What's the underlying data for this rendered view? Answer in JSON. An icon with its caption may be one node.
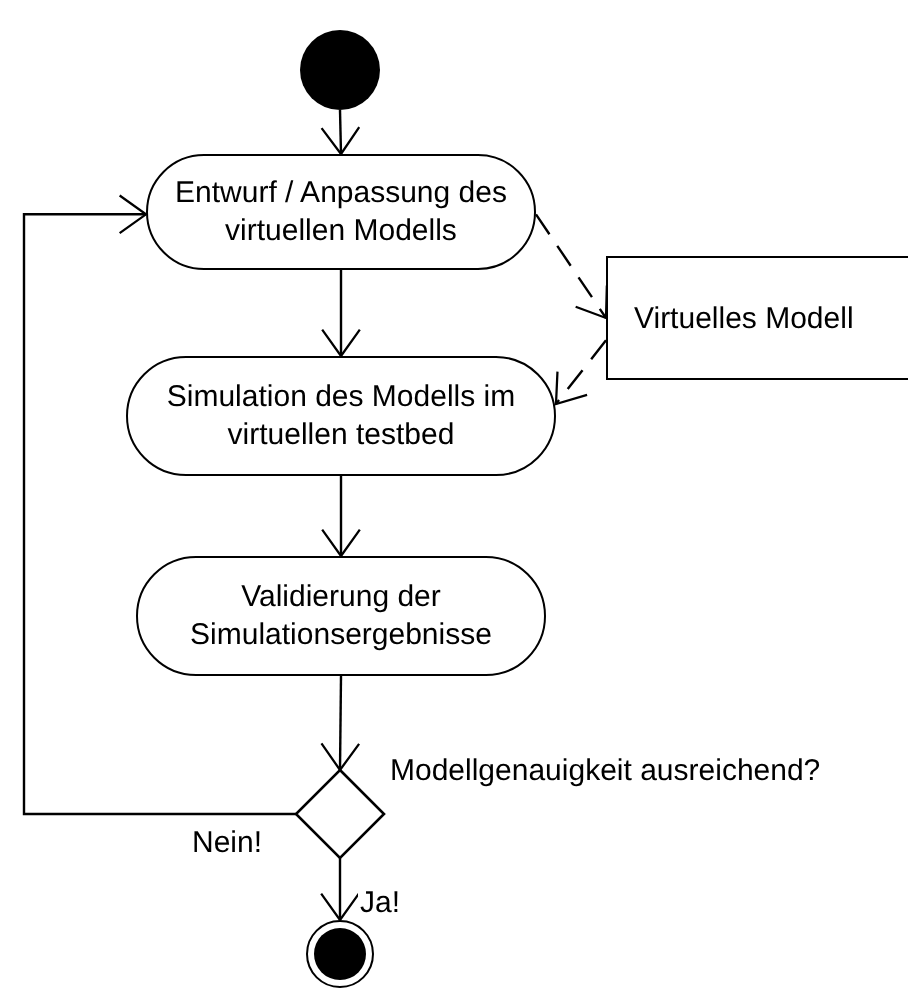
{
  "diagram": {
    "nodes": [
      {
        "text": [],
        "shape": "circle"
      },
      {
        "text": [
          "Entwurf / Anpassung des virtuellen Modells"
        ]
      },
      {
        "text": [
          "Virtuelles Modell"
        ]
      },
      {
        "text": [
          "Simulation des Modells im virtuellen testbed"
        ]
      },
      {
        "text": [
          "Validierung der Simulationsergebnisse"
        ]
      },
      {
        "text": [],
        "shape": "diamond",
        "beside": [
          "Modellgenauigkeit ausreichend?"
        ]
      },
      {
        "text": [],
        "shape": "circle"
      }
    ],
    "edges": [
      {
        "from": 0,
        "to": 1,
        "arrow": "to"
      },
      {
        "from": 1,
        "to": 3,
        "arrow": "to"
      },
      {
        "from": 1,
        "to": 2,
        "arrow": "to",
        "style": "dashed"
      },
      {
        "from": 2,
        "to": 3,
        "arrow": "to",
        "style": "dashed"
      },
      {
        "from": 3,
        "to": 4,
        "arrow": "to"
      },
      {
        "from": 4,
        "to": 5,
        "arrow": "to"
      },
      {
        "from": 5,
        "to": 1,
        "arrow": "to",
        "label": "Nein!"
      },
      {
        "from": 5,
        "to": 6,
        "arrow": "to",
        "label": "Ja!"
      }
    ]
  }
}
